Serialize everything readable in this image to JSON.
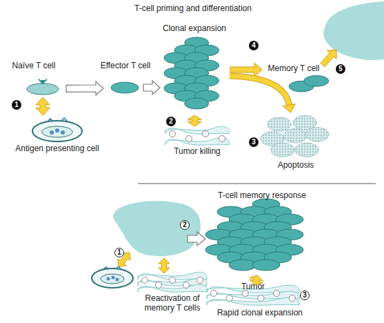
{
  "diagram": {
    "title": "T-cell priming and differentiation",
    "nodes": [
      {
        "text": [
          "Naïve T cell"
        ]
      },
      {
        "text": [
          "Effector T cell"
        ]
      },
      {
        "text": [
          "Clonal expansion"
        ]
      },
      {
        "text": [
          "Antigen presenting cell"
        ]
      },
      {
        "text": [
          "Tumor killing"
        ]
      },
      {
        "text": [
          "Memory T cell"
        ]
      },
      {
        "text": [
          "Apoptosis"
        ]
      },
      {
        "text": [
          "Reactivation of memory T cells"
        ]
      },
      {
        "text": [
          "Rapid clonal expansion"
        ]
      },
      {
        "text": [
          "Tumor"
        ]
      }
    ],
    "edges": [
      {
        "from": 0,
        "to": 1,
        "arrow": "to"
      },
      {
        "from": 1,
        "to": 2,
        "arrow": "to"
      },
      {
        "from": 0,
        "to": 3,
        "arrow": "both"
      },
      {
        "from": 2,
        "to": 4,
        "arrow": "both"
      },
      {
        "from": 2,
        "to": 5,
        "arrow": "to"
      },
      {
        "from": 2,
        "to": 6,
        "arrow": "to"
      },
      {
        "from": 8,
        "to": 9,
        "arrow": "both"
      }
    ],
    "labels": [
      "T-cell memory response",
      "1",
      "2",
      "3",
      "4",
      "5",
      "1",
      "2",
      "3"
    ]
  }
}
